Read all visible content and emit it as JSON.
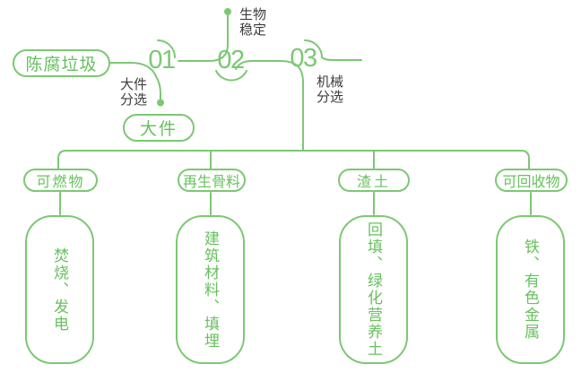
{
  "colors": {
    "line_green": "#7cc873",
    "text_green": "#67c05e",
    "label_dark": "#3d3d3d",
    "background": "#ffffff"
  },
  "source": {
    "label": "陈腐垃圾"
  },
  "steps": [
    {
      "number": "01",
      "process_label": "大件分选",
      "output_label": "大件"
    },
    {
      "number": "02",
      "process_label": "生物稳定"
    },
    {
      "number": "03",
      "process_label": "机械分选"
    }
  ],
  "branches": [
    {
      "category": "可燃物",
      "result": "焚烧、发电"
    },
    {
      "category": "再生骨料",
      "result": "建筑材料、填埋"
    },
    {
      "category": "渣土",
      "result": "回填、绿化营养土"
    },
    {
      "category": "可回收物",
      "result": "铁、有色金属"
    }
  ]
}
